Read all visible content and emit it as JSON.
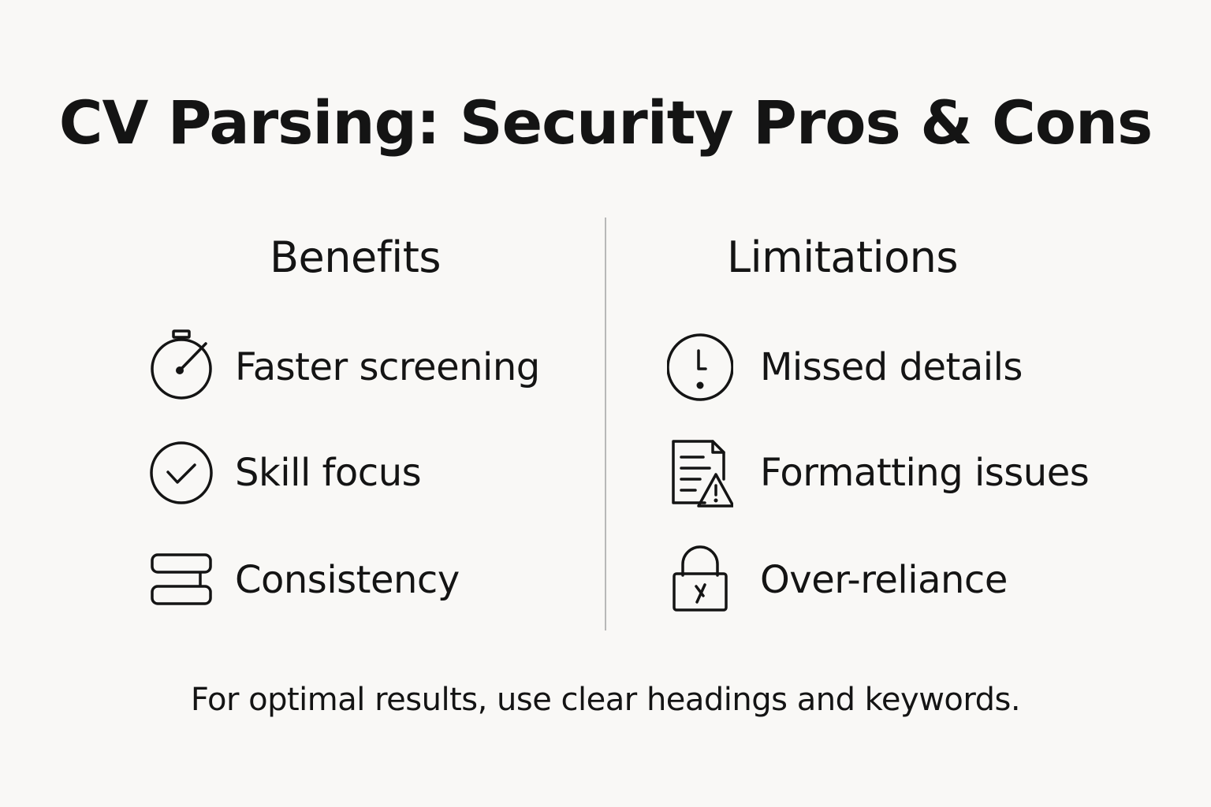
{
  "title": "CV Parsing: Security Pros & Cons",
  "benefits": {
    "heading": "Benefits",
    "items": [
      {
        "label": "Faster screening",
        "icon": "stopwatch-icon"
      },
      {
        "label": "Skill focus",
        "icon": "check-circle-icon"
      },
      {
        "label": "Consistency",
        "icon": "stacked-bars-icon"
      }
    ]
  },
  "limitations": {
    "heading": "Limitations",
    "items": [
      {
        "label": "Missed details",
        "icon": "alert-circle-icon"
      },
      {
        "label": "Formatting issues",
        "icon": "document-warning-icon"
      },
      {
        "label": "Over-reliance",
        "icon": "lock-icon"
      }
    ]
  },
  "footer": "For optimal results, use clear headings and keywords.",
  "colors": {
    "background": "#f9f8f6",
    "text": "#141414",
    "divider": "#b8b8b8"
  }
}
